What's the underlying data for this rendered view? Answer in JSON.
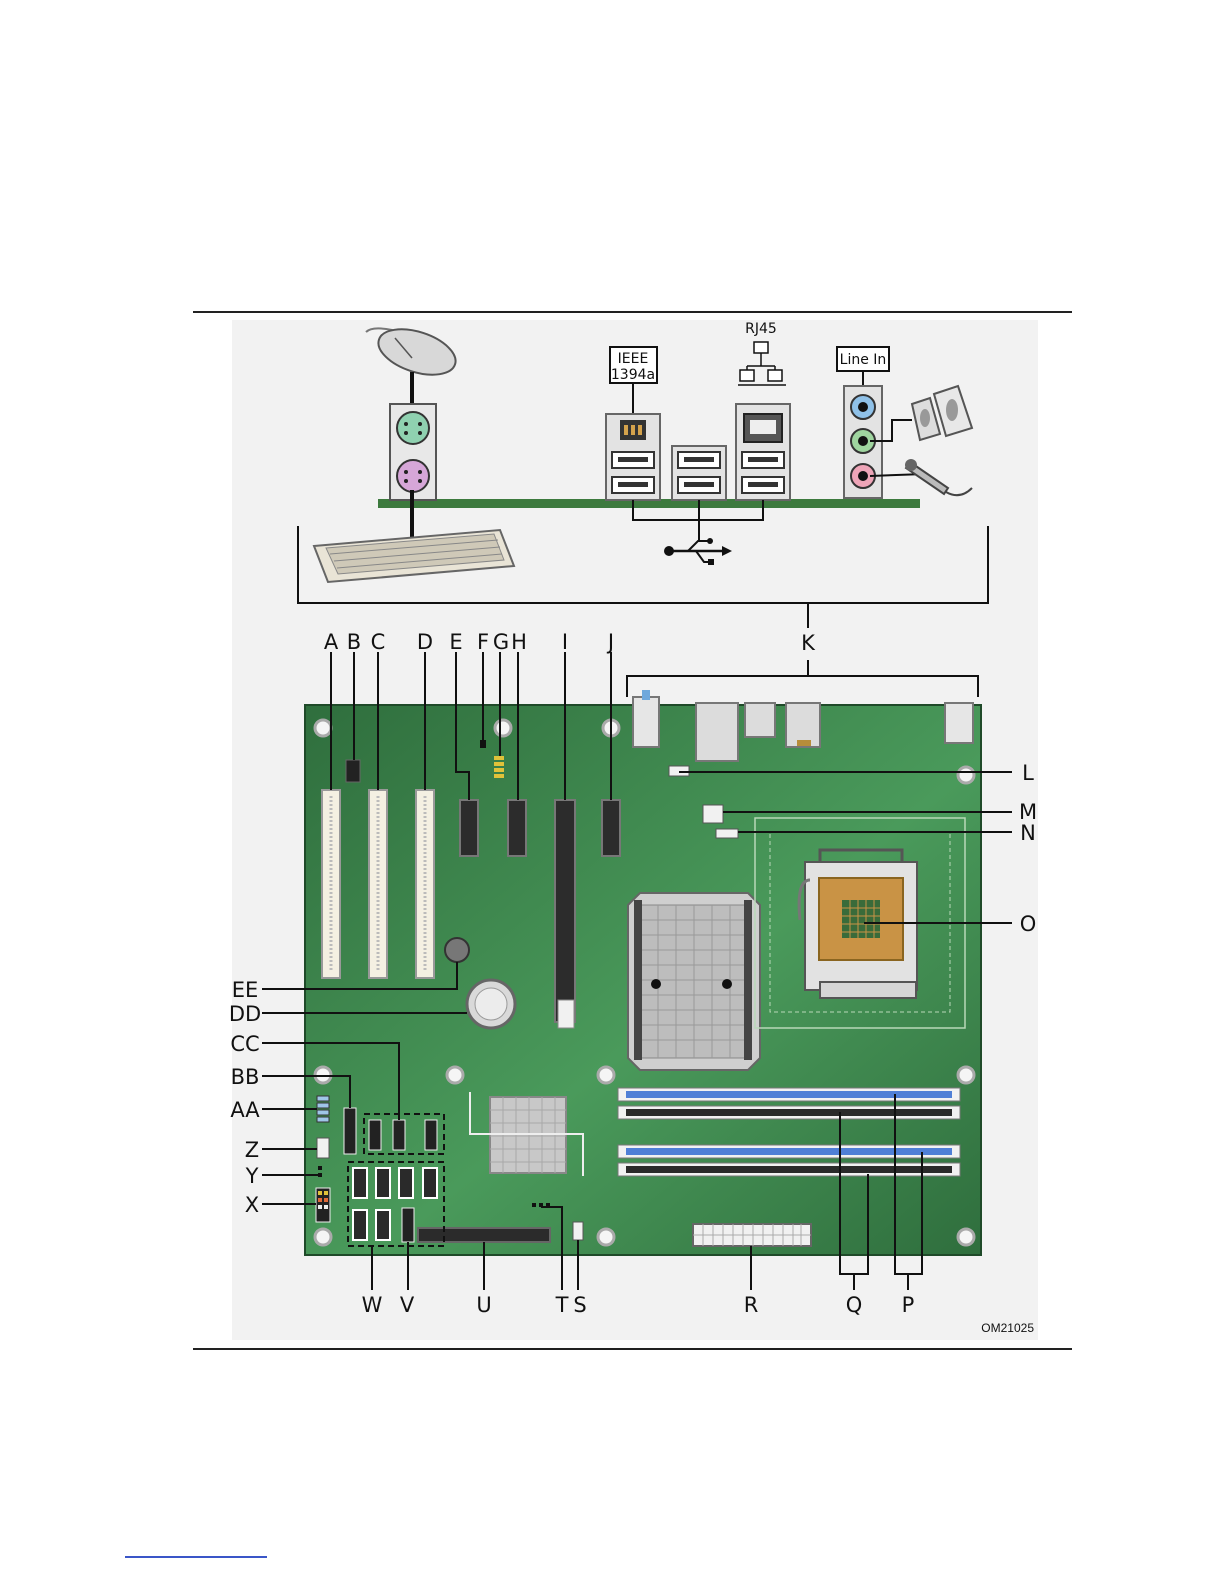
{
  "figure": {
    "id_label": "OM21025",
    "callouts": {
      "A": "A",
      "B": "B",
      "C": "C",
      "D": "D",
      "E": "E",
      "F": "F",
      "G": "G",
      "H": "H",
      "I": "I",
      "J": "J",
      "K": "K",
      "L": "L",
      "M": "M",
      "N": "N",
      "O": "O",
      "P": "P",
      "Q": "Q",
      "R": "R",
      "S": "S",
      "T": "T",
      "U": "U",
      "V": "V",
      "W": "W",
      "X": "X",
      "Y": "Y",
      "Z": "Z",
      "AA": "AA",
      "BB": "BB",
      "CC": "CC",
      "DD": "DD",
      "EE": "EE"
    },
    "back_panel": {
      "ieee_line1": "IEEE",
      "ieee_line2": "1394a",
      "rj45": "RJ45",
      "line_in": "Line In"
    }
  },
  "colors": {
    "board": "#3f8a4e",
    "board_dark": "#2f6e3d",
    "dimm_blue": "#4f7fd6",
    "dimm_black": "#2a2a2a",
    "cpu_gold": "#c99345",
    "panel_green": "#3d7a3e"
  }
}
